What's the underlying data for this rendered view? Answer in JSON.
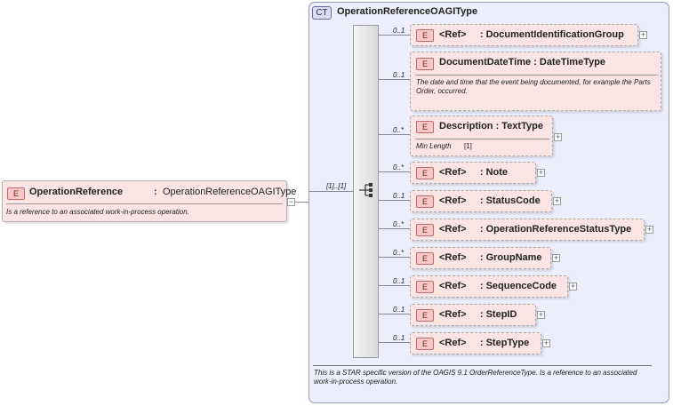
{
  "root": {
    "badge": "E",
    "name": "OperationReference",
    "sep": ":",
    "type": "OperationReferenceOAGIType",
    "doc": "Is a reference to an associated work-in-process operation.",
    "collapse": "−"
  },
  "sequence": {
    "cardinality": "[1]..[1]"
  },
  "complex_type": {
    "badge": "CT",
    "title": "OperationReferenceOAGIType",
    "doc": "This is a STAR specific version of the OAGIS 9.1 OrderReferenceType.  Is a reference to an associated work-in-process operation."
  },
  "children": [
    {
      "card": "0..1",
      "badge": "E",
      "label": "<Ref>     : DocumentIdentificationGroup",
      "expand": "+"
    },
    {
      "card": "0..1",
      "badge": "E",
      "label": "DocumentDateTime : DateTimeType",
      "doc": "The date and time that the event being documented, for example the Parts Order, occurred."
    },
    {
      "card": "0..*",
      "badge": "E",
      "label": "Description : TextType",
      "facet_label": "Min Length",
      "facet_value": "[1]",
      "expand": "+"
    },
    {
      "card": "0..*",
      "badge": "E",
      "label": "<Ref>     : Note",
      "expand": "+"
    },
    {
      "card": "0..1",
      "badge": "E",
      "label": "<Ref>     : StatusCode",
      "expand": "+"
    },
    {
      "card": "0..*",
      "badge": "E",
      "label": "<Ref>     : OperationReferenceStatusType",
      "expand": "+"
    },
    {
      "card": "0..*",
      "badge": "E",
      "label": "<Ref>     : GroupName",
      "expand": "+"
    },
    {
      "card": "0..1",
      "badge": "E",
      "label": "<Ref>     : SequenceCode",
      "expand": "+"
    },
    {
      "card": "0..1",
      "badge": "E",
      "label": "<Ref>     : StepID",
      "expand": "+"
    },
    {
      "card": "0..1",
      "badge": "E",
      "label": "<Ref>     : StepType",
      "expand": "+"
    }
  ]
}
